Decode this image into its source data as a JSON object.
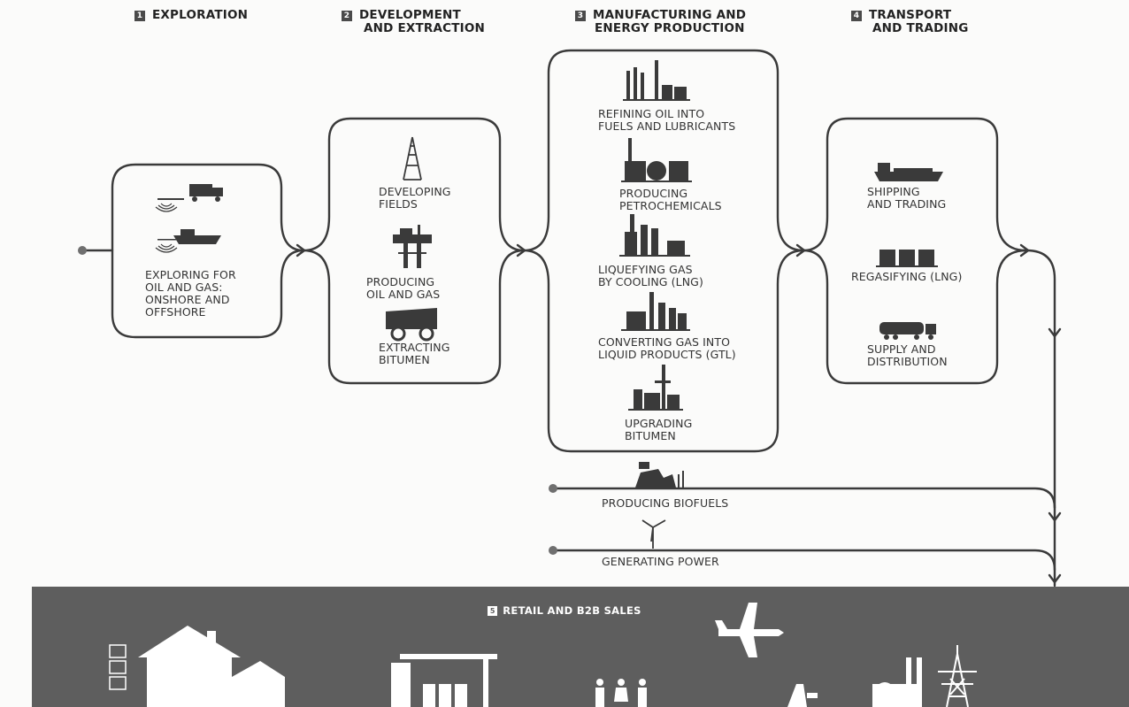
{
  "stages": [
    {
      "number": "1",
      "title": [
        "EXPLORATION"
      ]
    },
    {
      "number": "2",
      "title": [
        "DEVELOPMENT",
        "AND EXTRACTION"
      ]
    },
    {
      "number": "3",
      "title": [
        "MANUFACTURING AND",
        "ENERGY PRODUCTION"
      ]
    },
    {
      "number": "4",
      "title": [
        "TRANSPORT",
        "AND TRADING"
      ]
    },
    {
      "number": "5",
      "title": [
        "RETAIL AND B2B SALES"
      ]
    }
  ],
  "exploration": {
    "activity": [
      "EXPLORING FOR",
      "OIL AND GAS:",
      "ONSHORE AND",
      "OFFSHORE"
    ]
  },
  "development": {
    "activities": [
      {
        "icon": "drilling-rig-icon",
        "label": [
          "DEVELOPING",
          "FIELDS"
        ]
      },
      {
        "icon": "offshore-platform-icon",
        "label": [
          "PRODUCING",
          "OIL AND GAS"
        ]
      },
      {
        "icon": "mining-truck-icon",
        "label": [
          "EXTRACTING",
          "BITUMEN"
        ]
      }
    ]
  },
  "manufacturing": {
    "activities": [
      {
        "icon": "refinery-icon",
        "label": [
          "REFINING OIL INTO",
          "FUELS AND LUBRICANTS"
        ]
      },
      {
        "icon": "chemical-plant-icon",
        "label": [
          "PRODUCING",
          "PETROCHEMICALS"
        ]
      },
      {
        "icon": "lng-plant-icon",
        "label": [
          "LIQUEFYING GAS",
          "BY COOLING (LNG)"
        ]
      },
      {
        "icon": "gtl-plant-icon",
        "label": [
          "CONVERTING GAS INTO",
          "LIQUID PRODUCTS (GTL)"
        ]
      },
      {
        "icon": "upgrader-icon",
        "label": [
          "UPGRADING",
          "BITUMEN"
        ]
      }
    ]
  },
  "transport": {
    "activities": [
      {
        "icon": "tanker-ship-icon",
        "label": [
          "SHIPPING",
          "AND TRADING"
        ]
      },
      {
        "icon": "regas-tanks-icon",
        "label": [
          "REGASIFYING (LNG)"
        ]
      },
      {
        "icon": "tanker-truck-icon",
        "label": [
          "SUPPLY AND",
          "DISTRIBUTION"
        ]
      }
    ]
  },
  "side_flows": [
    {
      "icon": "biofuel-plant-icon",
      "label": "PRODUCING BIOFUELS"
    },
    {
      "icon": "wind-turbine-icon",
      "label": "GENERATING POWER"
    }
  ],
  "sales_band": {
    "icons": [
      "home-energy-icon",
      "house-icon",
      "fuel-station-icon",
      "airplane-icon",
      "customers-icon",
      "ship-icon",
      "power-plant-icon",
      "pylon-icon"
    ]
  },
  "colors": {
    "ink": "#2e2e2e",
    "line": "#3a3a3a",
    "dot": "#6f6f6f",
    "sales_band": "#5e5e5e",
    "background": "#fbfbfa"
  }
}
